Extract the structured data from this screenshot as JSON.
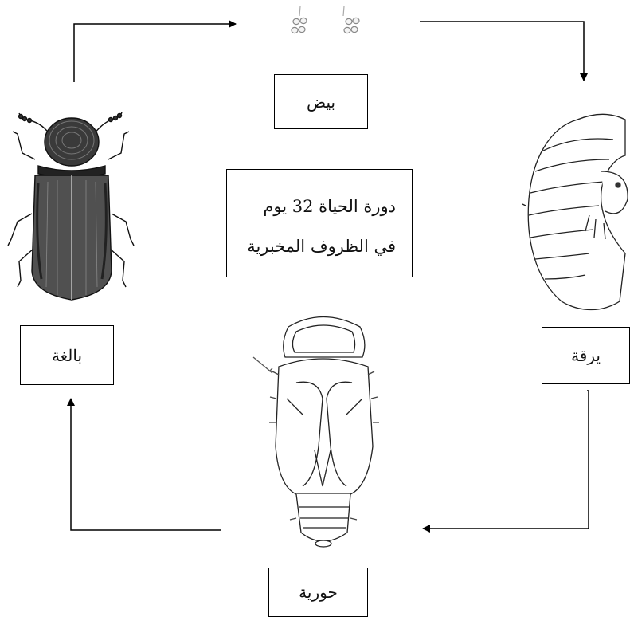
{
  "diagram": {
    "stages": {
      "egg": "بيض",
      "larva": "يرقة",
      "pupa": "حورية",
      "adult": "بالغة"
    },
    "center": {
      "line1": "دورة الحياة 32 يوم",
      "line2": "في الظروف المخبرية"
    }
  }
}
